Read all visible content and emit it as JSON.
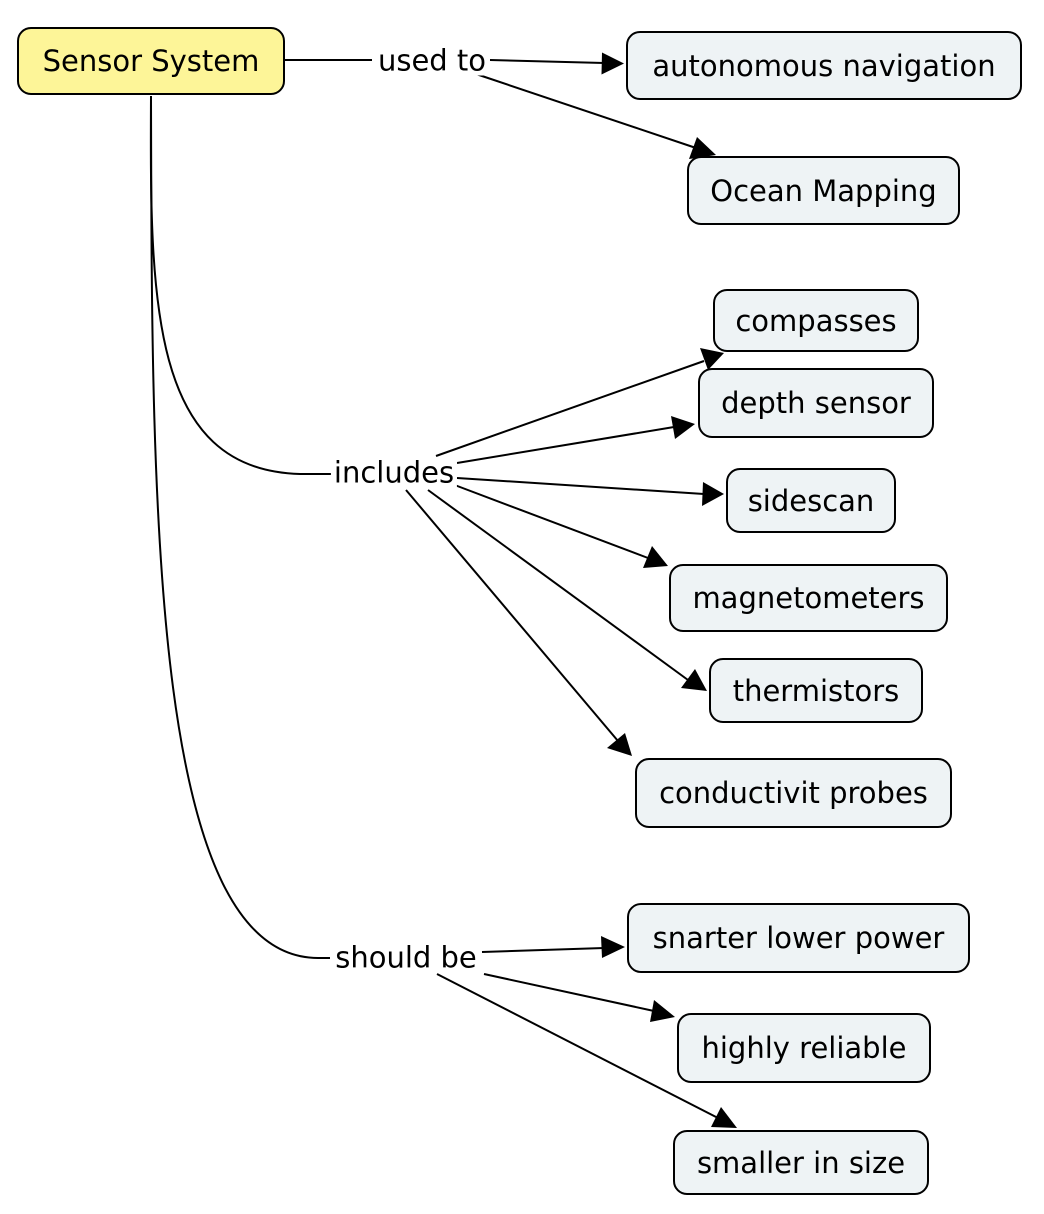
{
  "concept_map": {
    "root": "Sensor System",
    "link_phrases": {
      "used_to": "used to",
      "includes": "includes",
      "should_be": "should be"
    },
    "concepts": {
      "autonomous_navigation": "autonomous navigation",
      "ocean_mapping": "Ocean Mapping",
      "compasses": "compasses",
      "depth_sensor": "depth sensor",
      "sidescan": "sidescan",
      "magnetometers": "magnetometers",
      "thermistors": "thermistors",
      "conductivit_probes": "conductivit probes",
      "snarter_lower_power": "snarter lower power",
      "highly_reliable": "highly reliable",
      "smaller_in_size": "smaller in size"
    },
    "connections": [
      {
        "from": "root",
        "via": "used_to",
        "to": [
          "autonomous_navigation",
          "ocean_mapping"
        ]
      },
      {
        "from": "root",
        "via": "includes",
        "to": [
          "compasses",
          "depth_sensor",
          "sidescan",
          "magnetometers",
          "thermistors",
          "conductivit_probes"
        ]
      },
      {
        "from": "root",
        "via": "should_be",
        "to": [
          "snarter_lower_power",
          "highly_reliable",
          "smaller_in_size"
        ]
      }
    ],
    "colors": {
      "root_fill": "#fdf598",
      "concept_fill": "#eef3f5",
      "stroke": "#000000"
    }
  }
}
